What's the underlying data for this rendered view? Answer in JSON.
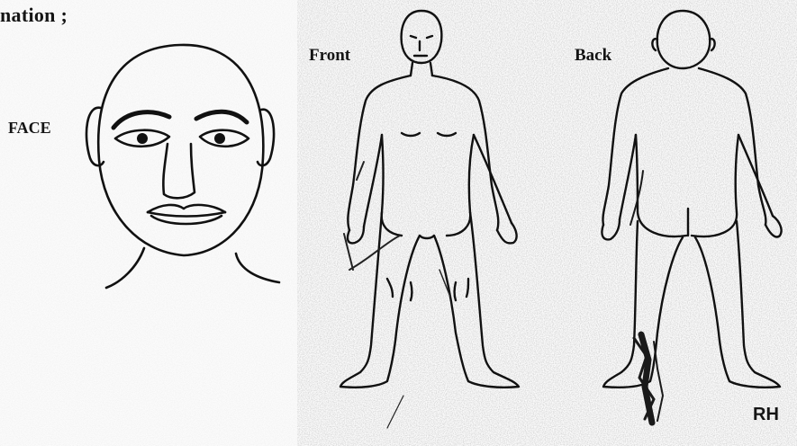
{
  "document": {
    "heading_fragment": "nation ;",
    "labels": {
      "face": "FACE",
      "front": "Front",
      "back": "Back",
      "rh": "RH"
    }
  }
}
